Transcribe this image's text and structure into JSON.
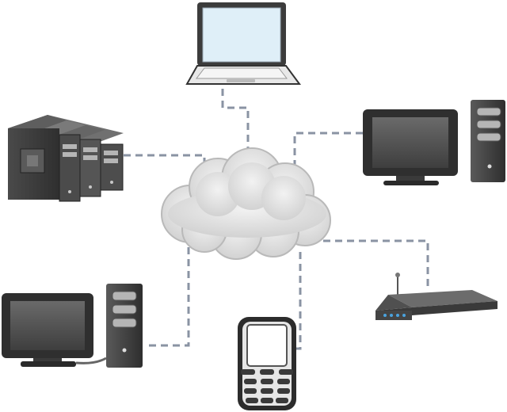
{
  "diagram": {
    "nodes": [
      {
        "id": "cloud",
        "icon": "cloud-icon"
      },
      {
        "id": "laptop",
        "icon": "laptop-icon"
      },
      {
        "id": "server-rack",
        "icon": "server-rack-icon"
      },
      {
        "id": "desktop-right",
        "icon": "desktop-computer-icon"
      },
      {
        "id": "desktop-left",
        "icon": "desktop-computer-icon"
      },
      {
        "id": "mobile-phone",
        "icon": "mobile-phone-icon"
      },
      {
        "id": "router",
        "icon": "router-icon"
      }
    ],
    "connections": [
      {
        "from": "laptop",
        "to": "cloud"
      },
      {
        "from": "server-rack",
        "to": "cloud"
      },
      {
        "from": "desktop-right",
        "to": "cloud"
      },
      {
        "from": "router",
        "to": "cloud"
      },
      {
        "from": "mobile-phone",
        "to": "cloud"
      },
      {
        "from": "desktop-left",
        "to": "cloud"
      }
    ],
    "colors": {
      "connector": "#8a93a3",
      "cloud_fill": "#e3e3e3",
      "cloud_stroke": "#b9b9b9",
      "device_dark": "#3a3a3a",
      "device_mid": "#6a6a6a",
      "screen_light": "#dfeff8",
      "screen_dark": "#4a4a4a",
      "router_led": "#4aa3df"
    }
  }
}
